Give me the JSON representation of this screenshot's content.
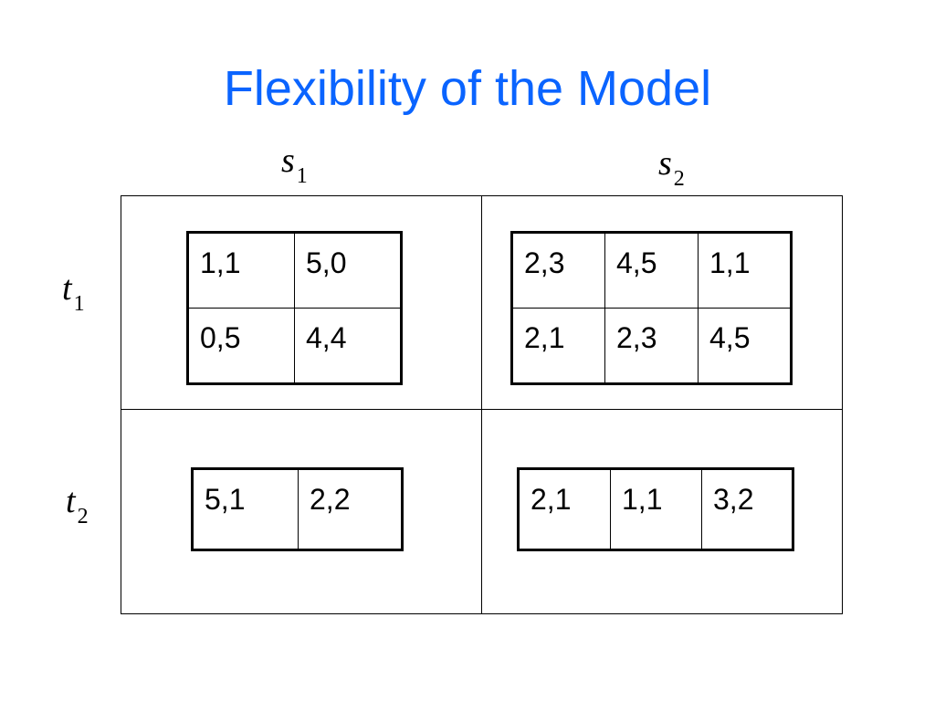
{
  "slide": {
    "title": "Flexibility of the Model"
  },
  "columns": [
    {
      "letter": "s",
      "index": "1"
    },
    {
      "letter": "s",
      "index": "2"
    }
  ],
  "rows": [
    {
      "letter": "t",
      "index": "1"
    },
    {
      "letter": "t",
      "index": "2"
    }
  ],
  "matrices": {
    "t1_s1": [
      [
        "1,1",
        "5,0"
      ],
      [
        "0,5",
        "4,4"
      ]
    ],
    "t1_s2": [
      [
        "2,3",
        "4,5",
        "1,1"
      ],
      [
        "2,1",
        "2,3",
        "4,5"
      ]
    ],
    "t2_s1": [
      [
        "5,1",
        "2,2"
      ]
    ],
    "t2_s2": [
      [
        "2,1",
        "1,1",
        "3,2"
      ]
    ]
  }
}
